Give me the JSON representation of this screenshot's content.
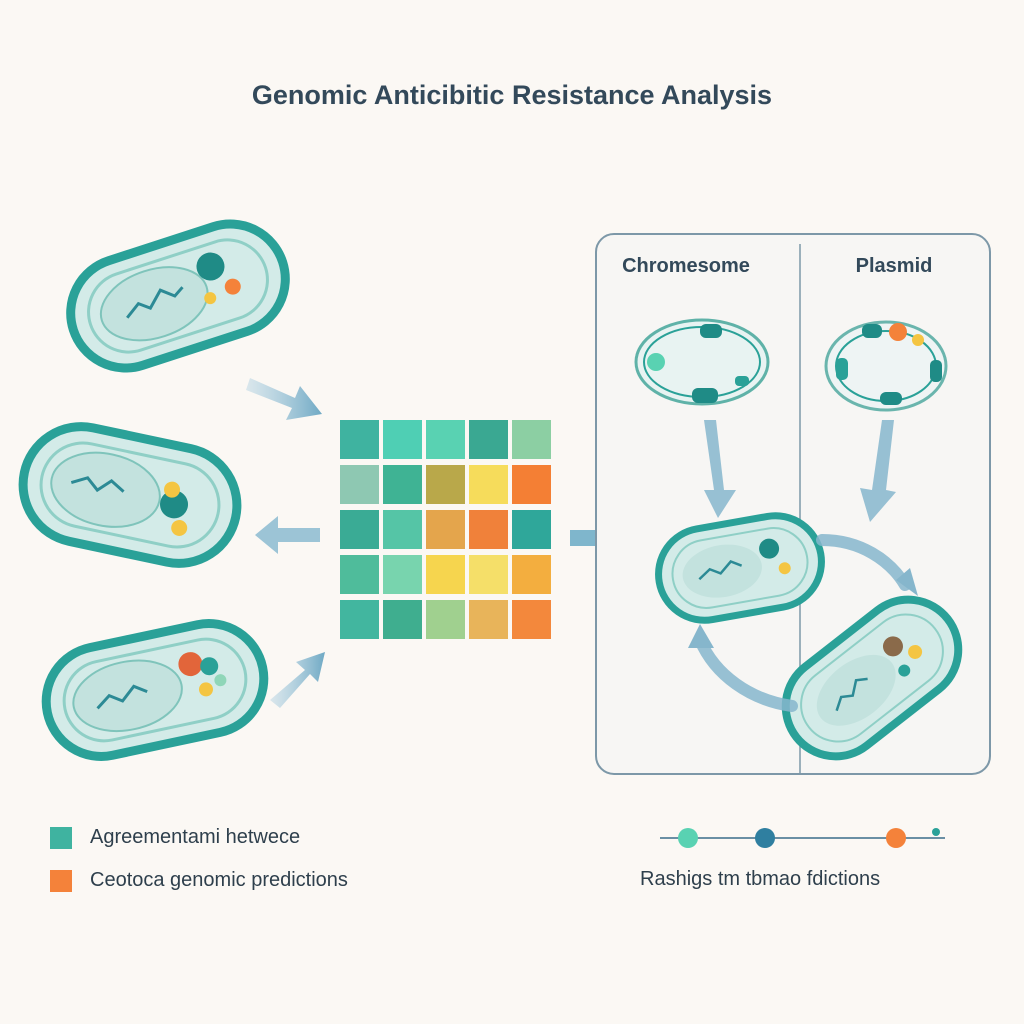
{
  "title": "Genomic Anticibitic Resistance Analysis",
  "panel": {
    "left_label": "Chromesome",
    "right_label": "Plasmid"
  },
  "legend": [
    {
      "label": "Agreementami hetwece",
      "color": "#3fb3a0"
    },
    {
      "label": "Ceotoca genomic predictions",
      "color": "#f4823a"
    }
  ],
  "right_caption": "Rashigs tm tbmao fdictions",
  "colors": {
    "teal": "#2aa198",
    "teal_dark": "#1f8b86",
    "cell_fill": "#d3ebe8",
    "arrow": "#86b6cc",
    "panel_border": "#7d98a8",
    "orange": "#f4823a",
    "yellow": "#f4c542"
  },
  "heatmap": {
    "rows": [
      [
        "#3fb3a0",
        "#4fcfb4",
        "#59d2b2",
        "#3aa892",
        "#8ccfa3"
      ],
      [
        "#8ec8b2",
        "#3fb394",
        "#b9a84a",
        "#f6dc5b",
        "#f47f34"
      ],
      [
        "#3aab95",
        "#55c5a6",
        "#e4a54c",
        "#f0813a",
        "#2fa79a"
      ],
      [
        "#4fbc9b",
        "#78d4ae",
        "#f6d54e",
        "#f5df69",
        "#f3ae3f"
      ],
      [
        "#42b69f",
        "#3fae8f",
        "#a0d08f",
        "#e8b45a",
        "#f3883c"
      ]
    ]
  }
}
